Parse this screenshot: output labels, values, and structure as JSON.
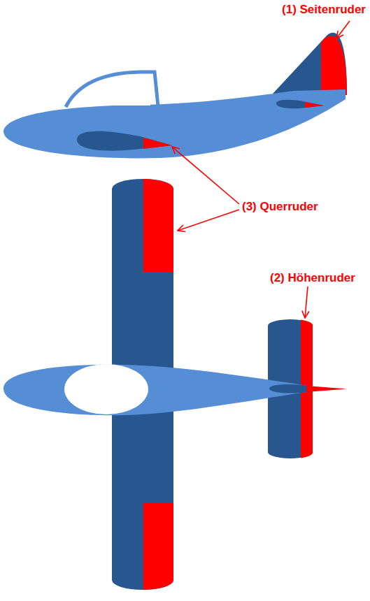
{
  "diagram": {
    "labels": [
      "(1) Seitenruder",
      "(3) Querruder",
      "(2) Höhenruder"
    ]
  }
}
